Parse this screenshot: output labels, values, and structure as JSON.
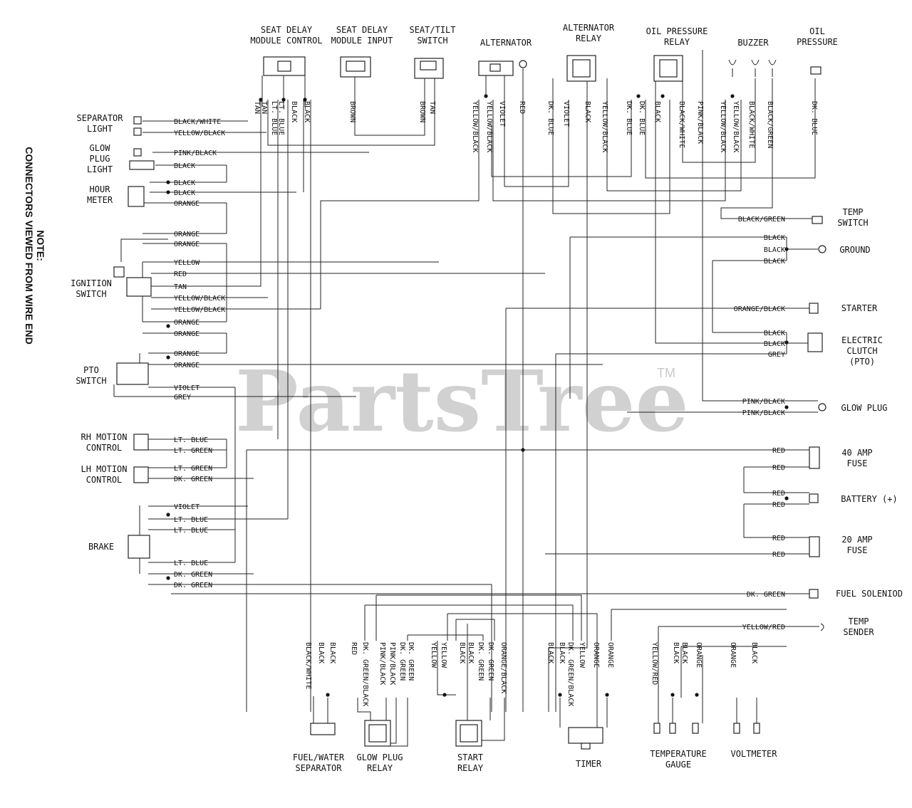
{
  "note": {
    "title": "NOTE:",
    "text": "CONNECTORS VIEWED FROM WIRE END"
  },
  "watermark": {
    "brand": "PartsTree",
    "tm": "TM"
  },
  "top_components": [
    {
      "id": "seat-delay-control",
      "lines": [
        "SEAT DELAY",
        "MODULE CONTROL"
      ]
    },
    {
      "id": "seat-delay-input",
      "lines": [
        "SEAT DELAY",
        "MODULE INPUT"
      ]
    },
    {
      "id": "seat-tilt-switch",
      "lines": [
        "SEAT/TILT",
        "SWITCH"
      ]
    },
    {
      "id": "alternator",
      "lines": [
        "ALTERNATOR"
      ]
    },
    {
      "id": "alternator-relay",
      "lines": [
        "ALTERNATOR",
        "RELAY"
      ]
    },
    {
      "id": "oil-pressure-relay",
      "lines": [
        "OIL PRESSURE",
        "RELAY"
      ]
    },
    {
      "id": "buzzer",
      "lines": [
        "BUZZER"
      ]
    },
    {
      "id": "oil-pressure",
      "lines": [
        "OIL",
        "PRESSURE"
      ]
    }
  ],
  "left_components": [
    {
      "id": "separator-light",
      "lines": [
        "SEPARATOR",
        "LIGHT"
      ]
    },
    {
      "id": "glow-plug-light",
      "lines": [
        "GLOW",
        "PLUG",
        "LIGHT"
      ]
    },
    {
      "id": "hour-meter",
      "lines": [
        "HOUR",
        "METER"
      ]
    },
    {
      "id": "ignition-switch",
      "lines": [
        "IGNITION",
        "SWITCH"
      ]
    },
    {
      "id": "pto-switch",
      "lines": [
        "PTO",
        "SWITCH"
      ]
    },
    {
      "id": "rh-motion-control",
      "lines": [
        "RH MOTION",
        "CONTROL"
      ]
    },
    {
      "id": "lh-motion-control",
      "lines": [
        "LH MOTION",
        "CONTROL"
      ]
    },
    {
      "id": "brake",
      "lines": [
        "BRAKE"
      ]
    }
  ],
  "right_components": [
    {
      "id": "temp-switch",
      "lines": [
        "TEMP",
        "SWITCH"
      ]
    },
    {
      "id": "ground",
      "lines": [
        "GROUND"
      ]
    },
    {
      "id": "starter",
      "lines": [
        "STARTER"
      ]
    },
    {
      "id": "electric-clutch",
      "lines": [
        "ELECTRIC",
        "CLUTCH",
        "(PTO)"
      ]
    },
    {
      "id": "glow-plug",
      "lines": [
        "GLOW PLUG"
      ]
    },
    {
      "id": "fuse-40",
      "lines": [
        "40 AMP",
        "FUSE"
      ]
    },
    {
      "id": "battery",
      "lines": [
        "BATTERY (+)"
      ]
    },
    {
      "id": "fuse-20",
      "lines": [
        "20 AMP",
        "FUSE"
      ]
    },
    {
      "id": "fuel-solenoid",
      "lines": [
        "FUEL SOLENIOD"
      ]
    },
    {
      "id": "temp-sender",
      "lines": [
        "TEMP",
        "SENDER"
      ]
    }
  ],
  "bottom_components": [
    {
      "id": "fuel-water-separator",
      "lines": [
        "FUEL/WATER",
        "SEPARATOR"
      ]
    },
    {
      "id": "glow-plug-relay",
      "lines": [
        "GLOW PLUG",
        "RELAY"
      ]
    },
    {
      "id": "start-relay",
      "lines": [
        "START",
        "RELAY"
      ]
    },
    {
      "id": "timer",
      "lines": [
        "TIMER"
      ]
    },
    {
      "id": "temperature-gauge",
      "lines": [
        "TEMPERATURE",
        "GAUGE"
      ]
    },
    {
      "id": "voltmeter",
      "lines": [
        "VOLTMETER"
      ]
    }
  ],
  "left_wires": [
    "BLACK/WHITE",
    "YELLOW/BLACK",
    "PINK/BLACK",
    "BLACK",
    "BLACK",
    "BLACK",
    "ORANGE",
    "ORANGE",
    "ORANGE",
    "YELLOW",
    "RED",
    "TAN",
    "YELLOW/BLACK",
    "YELLOW/BLACK",
    "ORANGE",
    "ORANGE",
    "ORANGE",
    "ORANGE",
    "VIOLET",
    "GREY",
    "LT. BLUE",
    "LT. GREEN",
    "LT. GREEN",
    "DK. GREEN",
    "VIOLET",
    "LT. BLUE",
    "LT. BLUE",
    "LT. BLUE",
    "DK. GREEN",
    "DK. GREEN"
  ],
  "right_wires": [
    "BLACK/GREEN",
    "BLACK",
    "BLACK",
    "BLACK",
    "ORANGE/BLACK",
    "BLACK",
    "BLACK",
    "GREY",
    "PINK/BLACK",
    "PINK/BLACK",
    "RED",
    "RED",
    "RED",
    "RED",
    "RED",
    "RED",
    "DK. GREEN",
    "YELLOW/RED"
  ],
  "top_wires": [
    "TAN",
    "TAN",
    "LT. BLUE",
    "LT. BLUE",
    "BLACK",
    "BLACK",
    "BROWN",
    "BROWN",
    "TAN",
    "YELLOW/BLACK",
    "YELLOW/BLACK",
    "VIOLET",
    "RED",
    "DK. BLUE",
    "VIOLET",
    "BLACK",
    "YELLOW/BLACK",
    "DK. BLUE",
    "DK. BLUE",
    "BLACK",
    "BLACK/WHITE",
    "PINK/BLACK",
    "YELLOW/BLACK",
    "YELLOW/BLACK",
    "BLACK/WHITE",
    "BLACK/GREEN",
    "DK. BLUE"
  ],
  "bottom_wires": [
    "BLACK/WHITE",
    "BLACK",
    "BLACK",
    "RED",
    "DK. GREEN/BLACK",
    "PINK/BLACK",
    "PINK/BLACK",
    "DK. GREEN",
    "DK. GREEN",
    "YELLOW",
    "YELLOW",
    "BLACK",
    "BLACK",
    "DK. GREEN",
    "DK. GREEN",
    "ORANGE/BLACK",
    "BLACK",
    "BLACK",
    "DK. GREEN/BLACK",
    "YELLOW",
    "ORANGE",
    "ORANGE",
    "YELLOW/RED",
    "BLACK",
    "BLACK",
    "ORANGE",
    "ORANGE",
    "BLACK"
  ]
}
